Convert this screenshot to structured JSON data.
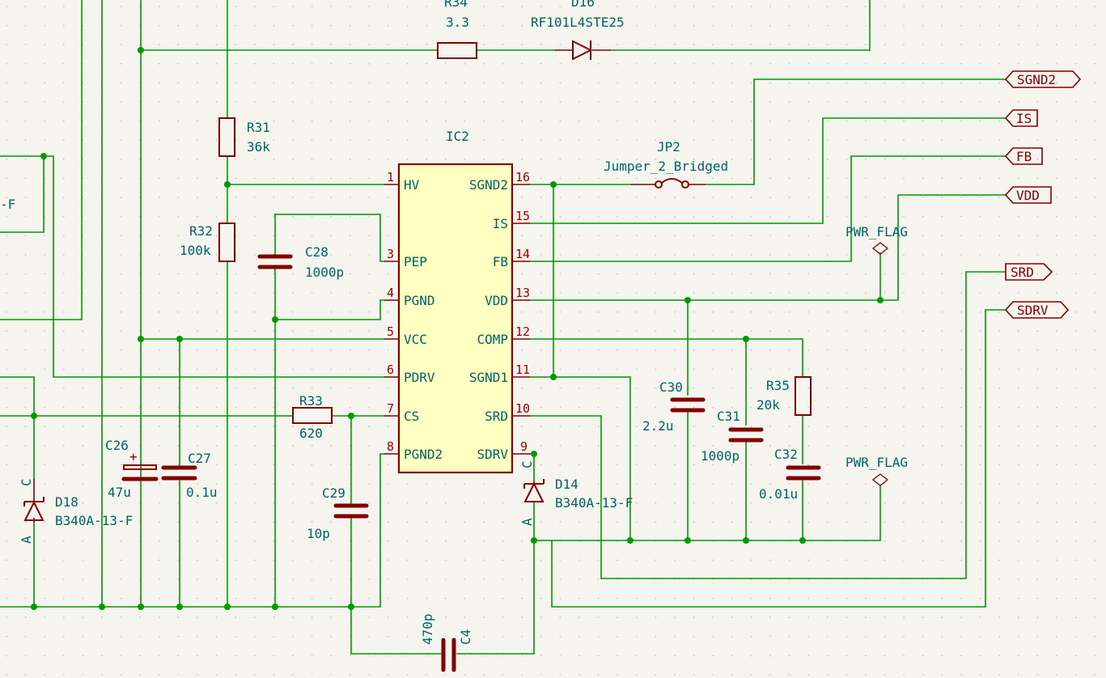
{
  "components": {
    "ic": {
      "ref": "IC2"
    },
    "r34": {
      "ref": "R34",
      "value": "3.3"
    },
    "d16": {
      "ref": "D16",
      "value": "RF101L4STE25"
    },
    "r31": {
      "ref": "R31",
      "value": "36k"
    },
    "r32": {
      "ref": "R32",
      "value": "100k"
    },
    "c28": {
      "ref": "C28",
      "value": "1000p"
    },
    "jp2": {
      "ref": "JP2",
      "value": "Jumper_2_Bridged"
    },
    "r33": {
      "ref": "R33",
      "value": "620"
    },
    "c26": {
      "ref": "C26",
      "value": "47u"
    },
    "c27": {
      "ref": "C27",
      "value": "0.1u"
    },
    "c29": {
      "ref": "C29",
      "value": "10p"
    },
    "c30": {
      "ref": "C30",
      "value": "2.2u"
    },
    "c31": {
      "ref": "C31",
      "value": "1000p"
    },
    "r35": {
      "ref": "R35",
      "value": "20k"
    },
    "c32": {
      "ref": "C32",
      "value": "0.01u"
    },
    "d18": {
      "ref": "D18",
      "value": "B340A-13-F"
    },
    "d14": {
      "ref": "D14",
      "value": "B340A-13-F"
    },
    "c4": {
      "ref": "C4",
      "value": "470p"
    },
    "pwrflag1": {
      "value": "PWR_FLAG"
    },
    "pwrflag2": {
      "value": "PWR_FLAG"
    },
    "partial_text": "-F"
  },
  "ic_pins": {
    "left": [
      {
        "num": "1",
        "name": "HV"
      },
      {
        "num": "3",
        "name": "PEP"
      },
      {
        "num": "4",
        "name": "PGND"
      },
      {
        "num": "5",
        "name": "VCC"
      },
      {
        "num": "6",
        "name": "PDRV"
      },
      {
        "num": "7",
        "name": "CS"
      },
      {
        "num": "8",
        "name": "PGND2"
      }
    ],
    "right": [
      {
        "num": "16",
        "name": "SGND2"
      },
      {
        "num": "15",
        "name": "IS"
      },
      {
        "num": "14",
        "name": "FB"
      },
      {
        "num": "13",
        "name": "VDD"
      },
      {
        "num": "12",
        "name": "COMP"
      },
      {
        "num": "11",
        "name": "SGND1"
      },
      {
        "num": "10",
        "name": "SRD"
      },
      {
        "num": "9",
        "name": "SDRV"
      }
    ]
  },
  "diode_pins": {
    "anode": "A",
    "cathode": "C"
  },
  "polarity_mark": "+",
  "net_labels": [
    {
      "name": "SGND2"
    },
    {
      "name": "IS"
    },
    {
      "name": "FB"
    },
    {
      "name": "VDD"
    },
    {
      "name": "SRD"
    },
    {
      "name": "SDRV"
    }
  ]
}
